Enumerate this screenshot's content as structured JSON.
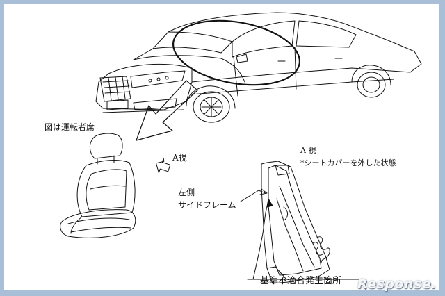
{
  "labels": {
    "caption_driver_seat": "図は運転者席",
    "view_a": "A視",
    "view_a_detail": "A 視",
    "seat_cover_note": "*シートカバーを外した状態",
    "left_side": "左側",
    "side_frame": "サイドフレーム",
    "nonconformity_location": "基準不適合発生箇所"
  },
  "watermark": "Response.",
  "colors": {
    "border": "#a9bfd8",
    "line": "#111111"
  }
}
